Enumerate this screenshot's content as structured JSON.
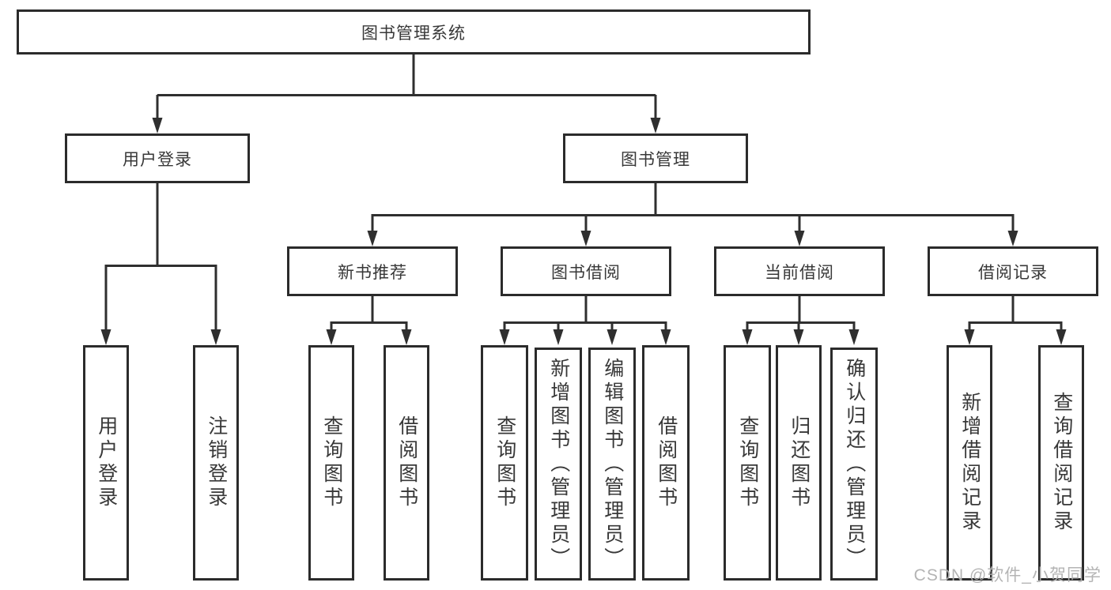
{
  "tree": {
    "root": {
      "label": "图书管理系统"
    },
    "branches": [
      {
        "label": "用户登录",
        "children": [
          {
            "label": "用户登录"
          },
          {
            "label": "注销登录"
          }
        ]
      },
      {
        "label": "图书管理",
        "children": [
          {
            "label": "新书推荐",
            "children": [
              {
                "label": "查询图书"
              },
              {
                "label": "借阅图书"
              }
            ]
          },
          {
            "label": "图书借阅",
            "children": [
              {
                "label": "查询图书"
              },
              {
                "label": "新增图书（管理员）"
              },
              {
                "label": "编辑图书（管理员）"
              },
              {
                "label": "借阅图书"
              }
            ]
          },
          {
            "label": "当前借阅",
            "children": [
              {
                "label": "查询图书"
              },
              {
                "label": "归还图书"
              },
              {
                "label": "确认归还（管理员）"
              }
            ]
          },
          {
            "label": "借阅记录",
            "children": [
              {
                "label": "新增借阅记录"
              },
              {
                "label": "查询借阅记录"
              }
            ]
          }
        ]
      }
    ]
  },
  "watermark": {
    "text": "CSDN @软件_小贺同学"
  },
  "colors": {
    "line": "#2f2f2f",
    "box_border": "#2b2b2b",
    "text": "#383838",
    "watermark": "#b0b0b0",
    "background": "#ffffff"
  }
}
